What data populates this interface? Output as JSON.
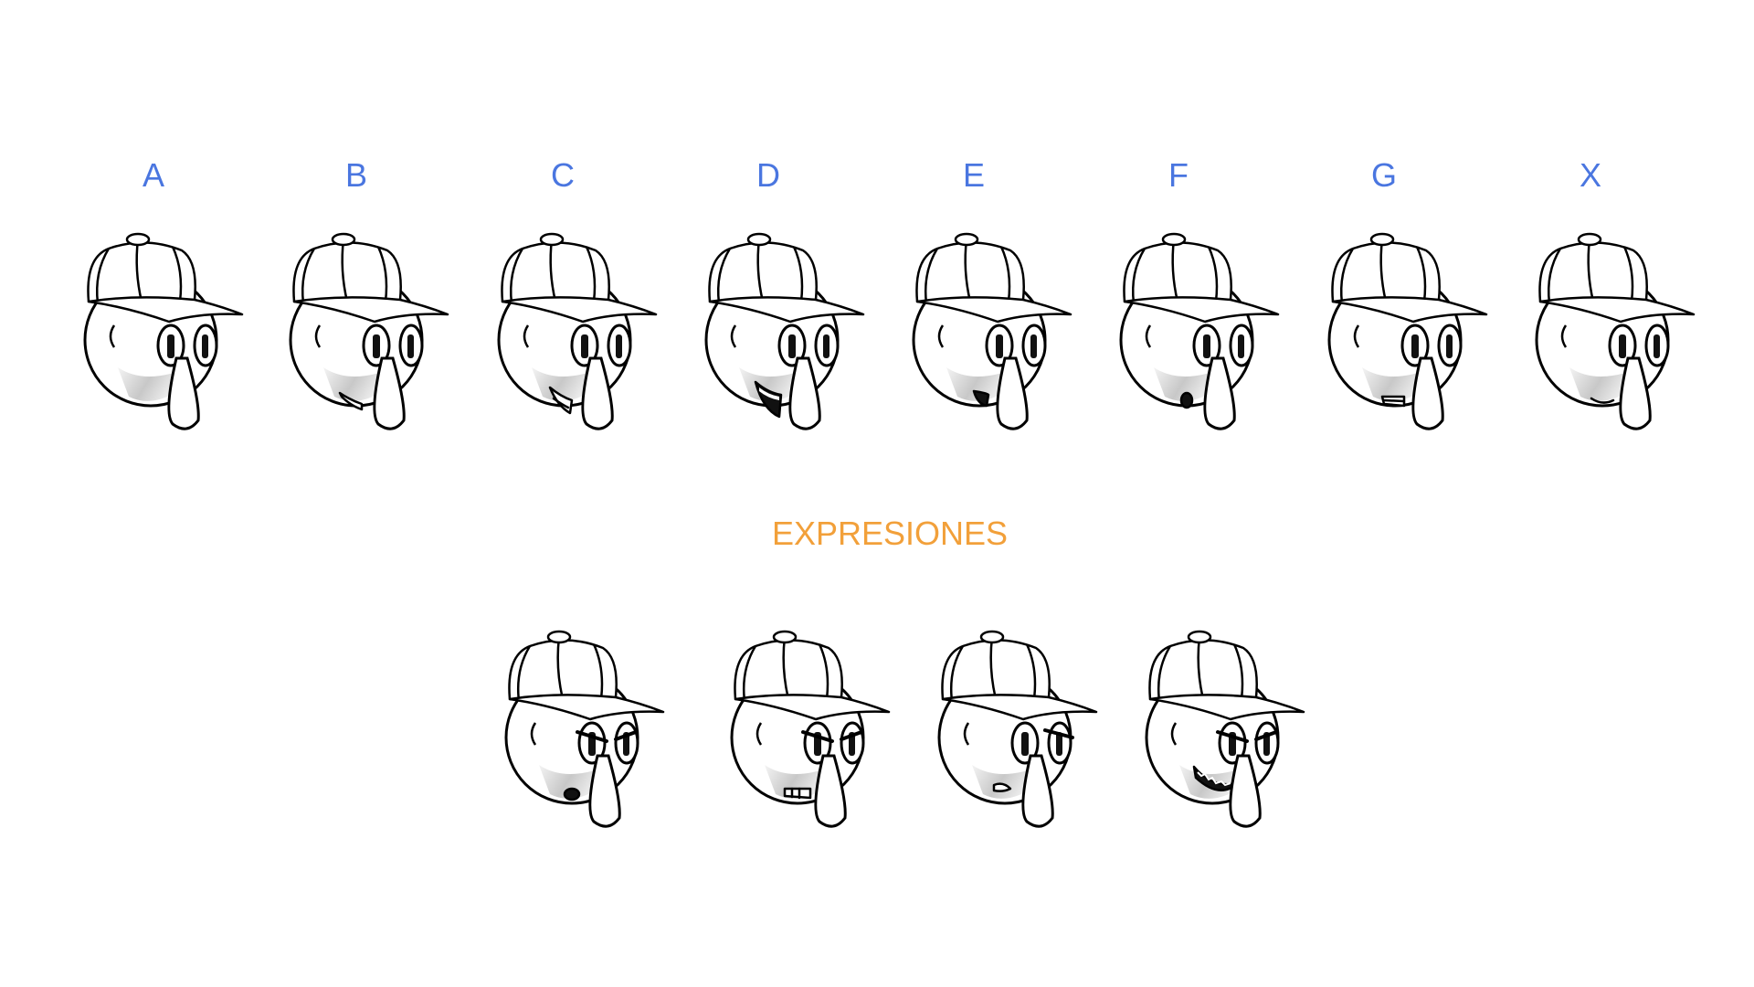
{
  "mouth_shapes": [
    {
      "label": "A",
      "mouth": "closed"
    },
    {
      "label": "B",
      "mouth": "slightly-open"
    },
    {
      "label": "C",
      "mouth": "open"
    },
    {
      "label": "D",
      "mouth": "wide-open"
    },
    {
      "label": "E",
      "mouth": "rounded"
    },
    {
      "label": "F",
      "mouth": "small-round"
    },
    {
      "label": "G",
      "mouth": "teeth"
    },
    {
      "label": "X",
      "mouth": "smile"
    }
  ],
  "expressions_title": "EXPRESIONES",
  "expressions": [
    {
      "mouth": "oh",
      "brows": "angry"
    },
    {
      "mouth": "grit",
      "brows": "angry"
    },
    {
      "mouth": "pout",
      "brows": "tilted"
    },
    {
      "mouth": "grin",
      "brows": "angry"
    }
  ],
  "colors": {
    "label": "#4a76e0",
    "title": "#f2a03a",
    "outline": "#000000",
    "shade": "#c8c8c8"
  }
}
